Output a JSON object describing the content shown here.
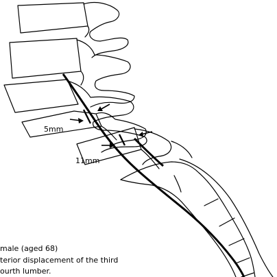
{
  "measurements": {
    "upper": "5mm",
    "lower": "11mm"
  },
  "caption": {
    "line1": "male (aged 68)",
    "line2": "terior displacement of the third",
    "line3": "ourth lumber."
  }
}
